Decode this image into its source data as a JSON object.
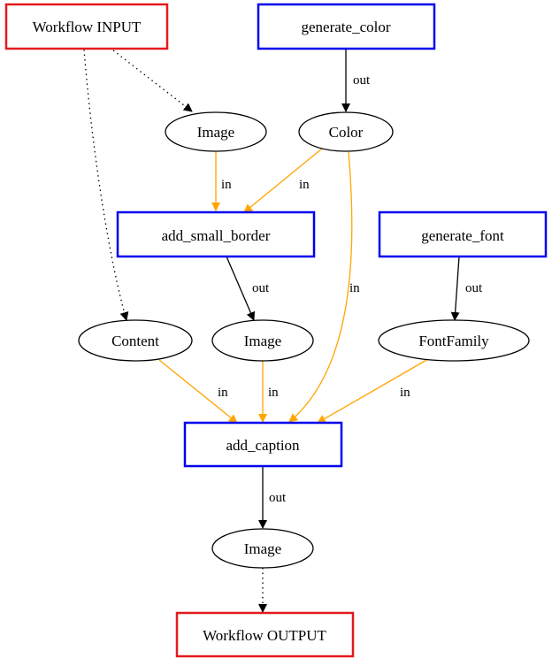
{
  "colors": {
    "io_border": "#e41a1c",
    "step_border": "#0000ee",
    "data_edge": "#ffa500",
    "flow_edge": "#000000",
    "node_fill": "#ffffff"
  },
  "nodes": {
    "workflow_input": {
      "label": "Workflow INPUT"
    },
    "generate_color": {
      "label": "generate_color"
    },
    "image_in": {
      "label": "Image"
    },
    "color": {
      "label": "Color"
    },
    "add_small_border": {
      "label": "add_small_border"
    },
    "generate_font": {
      "label": "generate_font"
    },
    "content": {
      "label": "Content"
    },
    "image_mid": {
      "label": "Image"
    },
    "font_family": {
      "label": "FontFamily"
    },
    "add_caption": {
      "label": "add_caption"
    },
    "image_out": {
      "label": "Image"
    },
    "workflow_output": {
      "label": "Workflow OUTPUT"
    }
  },
  "edges": {
    "gen_color_out": "out",
    "image_to_border": "in",
    "color_to_border": "in",
    "color_to_caption": "in",
    "border_out": "out",
    "gen_font_out": "out",
    "content_to_caption": "in",
    "image_to_caption": "in",
    "font_to_caption": "in",
    "caption_out": "out"
  }
}
